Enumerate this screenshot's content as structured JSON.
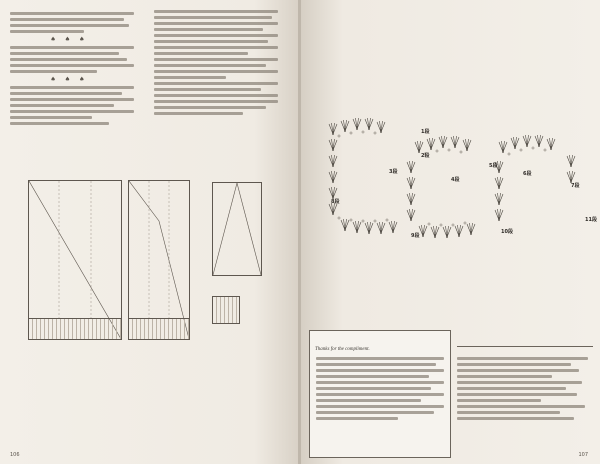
{
  "page": {
    "left_page_number": "106",
    "right_page_number": "107"
  },
  "left_page": {
    "col_a": {
      "head_point": "",
      "head_materials": "",
      "head_needles": "",
      "head_gauge": "",
      "head_method": "",
      "head_cast_on": "",
      "head_finish": ""
    },
    "col_b": {
      "head_shaping": "",
      "head_collar": ""
    },
    "schematics": {
      "back_width": "",
      "front_width": "",
      "sleeve_width": "",
      "length_label": "",
      "rib_label": "",
      "collar_label": ""
    }
  },
  "right_page": {
    "chart_row_labels": [
      "1段",
      "2段",
      "3段",
      "4段",
      "5段",
      "6段",
      "7段",
      "8段",
      "9段",
      "10段",
      "11段"
    ],
    "note_box": {
      "title": "",
      "subtitle": "Thanks for the compliment.",
      "signature": ""
    },
    "colophon": {
      "series": "",
      "title": "",
      "price": "",
      "code": ""
    }
  },
  "colors": {
    "paper": "#f1ede6",
    "ink": "#2c2a27",
    "line": "#5e574f"
  }
}
